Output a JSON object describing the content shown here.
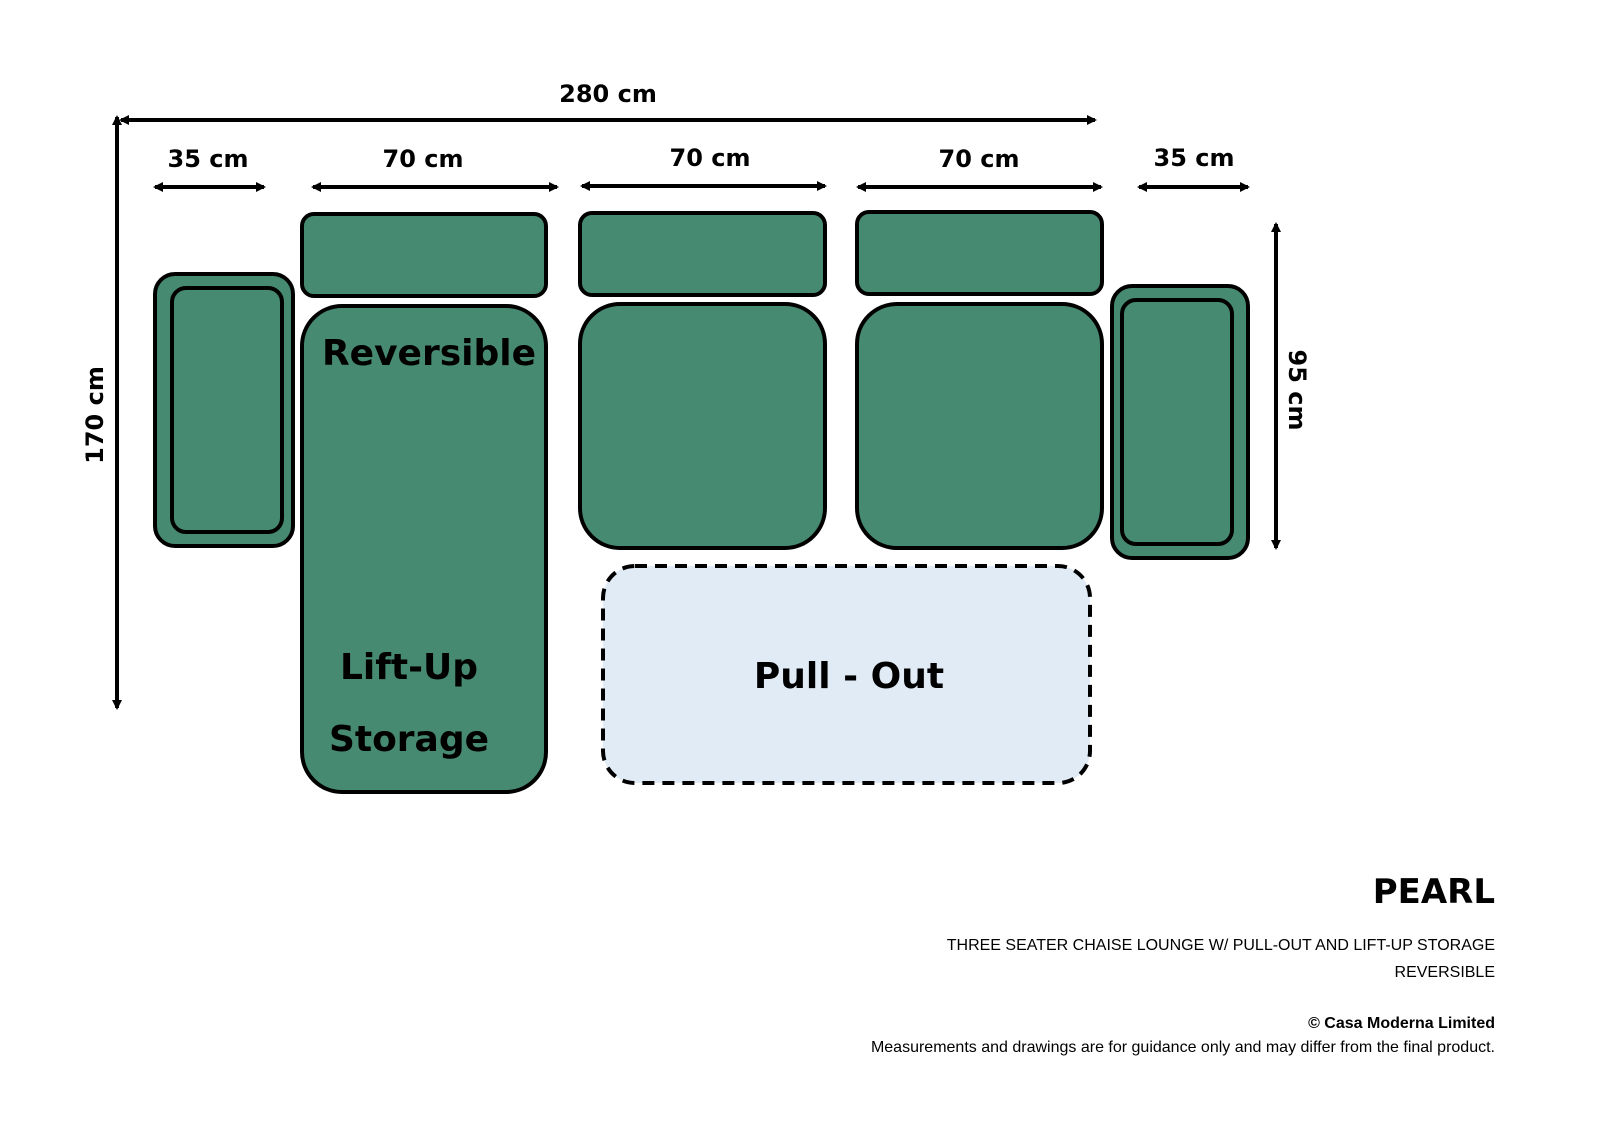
{
  "colors": {
    "cushion_fill": "#478a72",
    "pullout_fill": "#e0ebf6",
    "stroke": "#000000",
    "background": "#ffffff"
  },
  "dimensions": {
    "total_width": "280 cm",
    "left_arm_width": "35 cm",
    "seat_1_width": "70 cm",
    "seat_2_width": "70 cm",
    "seat_3_width": "70 cm",
    "right_arm_width": "35 cm",
    "total_depth": "170 cm",
    "seat_depth": "95 cm"
  },
  "labels": {
    "reversible": "Reversible",
    "lift_up": "Lift-Up",
    "storage": "Storage",
    "pull_out": "Pull - Out"
  },
  "product": {
    "name": "PEARL",
    "description_line1": "THREE SEATER CHAISE LOUNGE W/ PULL-OUT AND LIFT-UP STORAGE",
    "description_line2": "REVERSIBLE",
    "copyright": "© Casa Moderna Limited",
    "disclaimer": "Measurements and drawings are for guidance only and may differ from the final product."
  }
}
